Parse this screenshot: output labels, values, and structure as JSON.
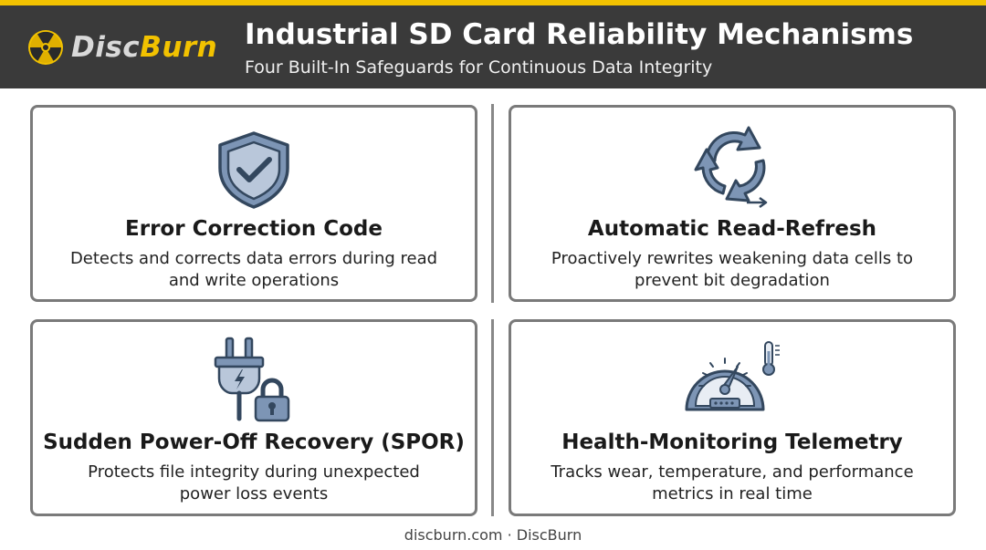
{
  "header": {
    "logo_part1": "Disc",
    "logo_part2": "Burn",
    "title": "Industrial SD Card Reliability Mechanisms",
    "subtitle": "Four Built-In Safeguards for Continuous Data Integrity"
  },
  "cards": [
    {
      "icon": "shield-check-icon",
      "title": "Error Correction Code",
      "description": "Detects and corrects data errors during read and write operations"
    },
    {
      "icon": "refresh-cycle-icon",
      "title": "Automatic Read-Refresh",
      "description": "Proactively rewrites weakening data cells to prevent bit degradation"
    },
    {
      "icon": "plug-lock-icon",
      "title": "Sudden Power-Off Recovery (SPOR)",
      "description": "Protects file integrity during unexpected power loss events"
    },
    {
      "icon": "gauge-thermometer-icon",
      "title": "Health-Monitoring Telemetry",
      "description": "Tracks wear, temperature, and performance metrics in real time"
    }
  ],
  "footer": {
    "text": "discburn.com · DiscBurn"
  },
  "colors": {
    "accent": "#f2c200",
    "header_bg": "#3a3a3a",
    "icon_fill": "#7d95b5",
    "icon_stroke": "#33475e"
  }
}
